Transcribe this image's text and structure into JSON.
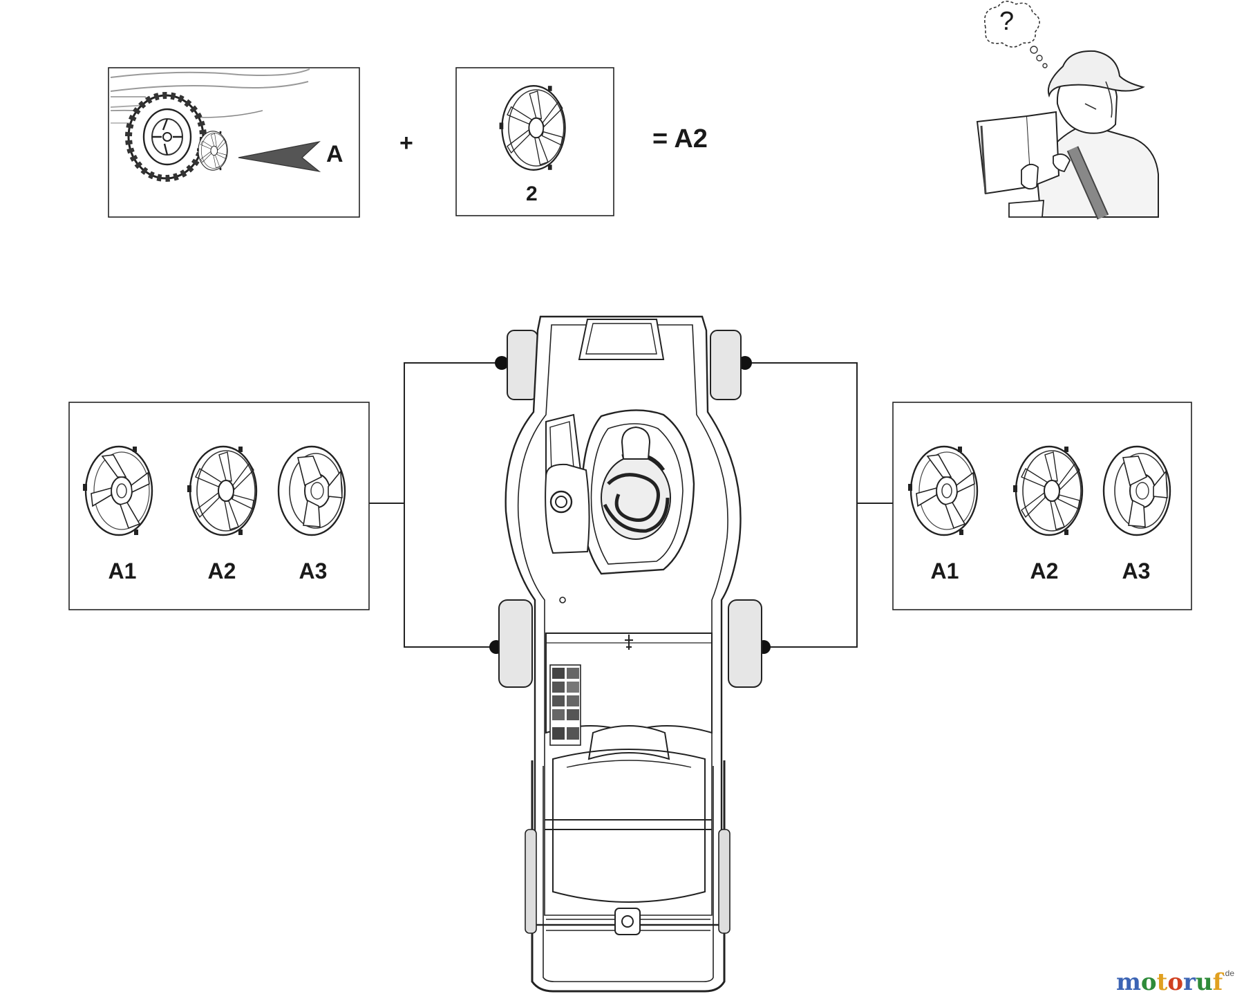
{
  "step_callout": {
    "pointer_label": "A",
    "plus_sign": "+",
    "hubcap_number": "2",
    "result_label": "= A2"
  },
  "reader_thought": "?",
  "left_options": {
    "labels": [
      "A1",
      "A2",
      "A3"
    ]
  },
  "right_options": {
    "labels": [
      "A1",
      "A2",
      "A3"
    ]
  },
  "watermark": {
    "letters": [
      "m",
      "o",
      "t",
      "o",
      "r",
      "u",
      "f"
    ],
    "letter_colors": [
      "#3c64b4",
      "#2e8b3a",
      "#e0a020",
      "#d04020",
      "#3c64b4",
      "#2e8b3a",
      "#e0a020"
    ],
    "tld": ".de"
  }
}
